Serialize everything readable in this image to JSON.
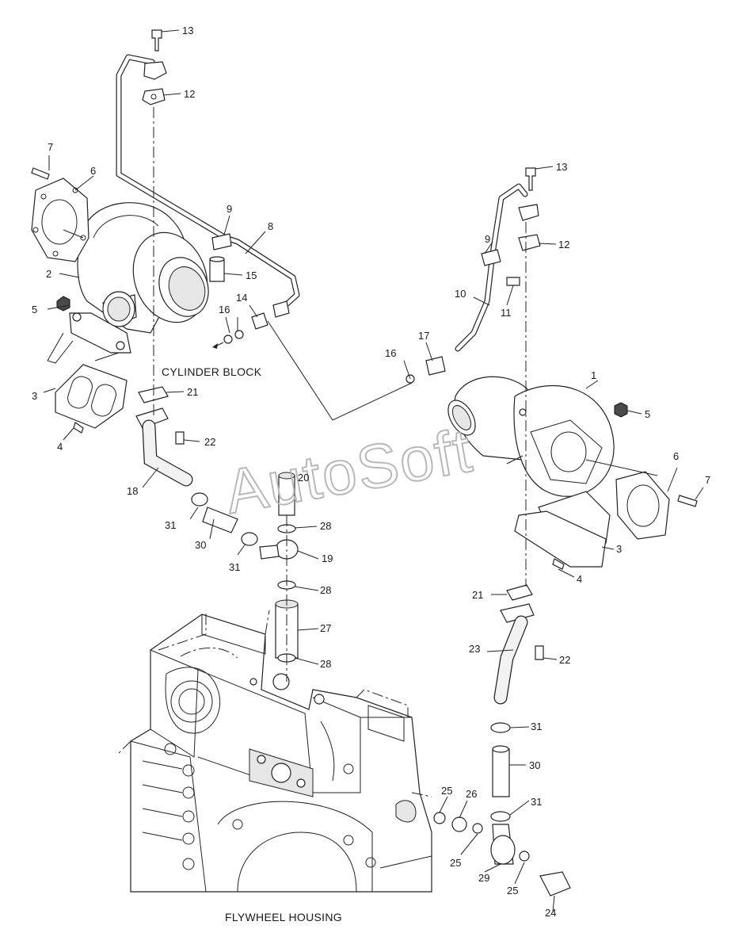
{
  "labels": {
    "housing_top": "CYLINDER BLOCK",
    "housing_bottom": "FLYWHEEL HOUSING"
  },
  "watermark": "AutoSoft",
  "callouts": {
    "c1": "1",
    "c2": "2",
    "c3a": "3",
    "c3b": "3",
    "c4a": "4",
    "c4b": "4",
    "c5a": "5",
    "c5b": "5",
    "c6a": "6",
    "c6b": "6",
    "c7a": "7",
    "c7b": "7",
    "c8": "8",
    "c9a": "9",
    "c9b": "9",
    "c10": "10",
    "c11": "11",
    "c12a": "12",
    "c12b": "12",
    "c13a": "13",
    "c13b": "13",
    "c14": "14",
    "c15": "15",
    "c16a": "16",
    "c16b": "16",
    "c17": "17",
    "c18": "18",
    "c19": "19",
    "c20": "20",
    "c21a": "21",
    "c21b": "21",
    "c22a": "22",
    "c22b": "22",
    "c23": "23",
    "c24": "24",
    "c25a": "25",
    "c25b": "25",
    "c25c": "25",
    "c26": "26",
    "c27": "27",
    "c28a": "28",
    "c28b": "28",
    "c28c": "28",
    "c29": "29",
    "c30a": "30",
    "c30b": "30",
    "c31a": "31",
    "c31b": "31",
    "c31c": "31",
    "c31d": "31"
  },
  "colors": {
    "ink": "#222222",
    "watermark": "#b8b8b8",
    "background": "#ffffff"
  }
}
